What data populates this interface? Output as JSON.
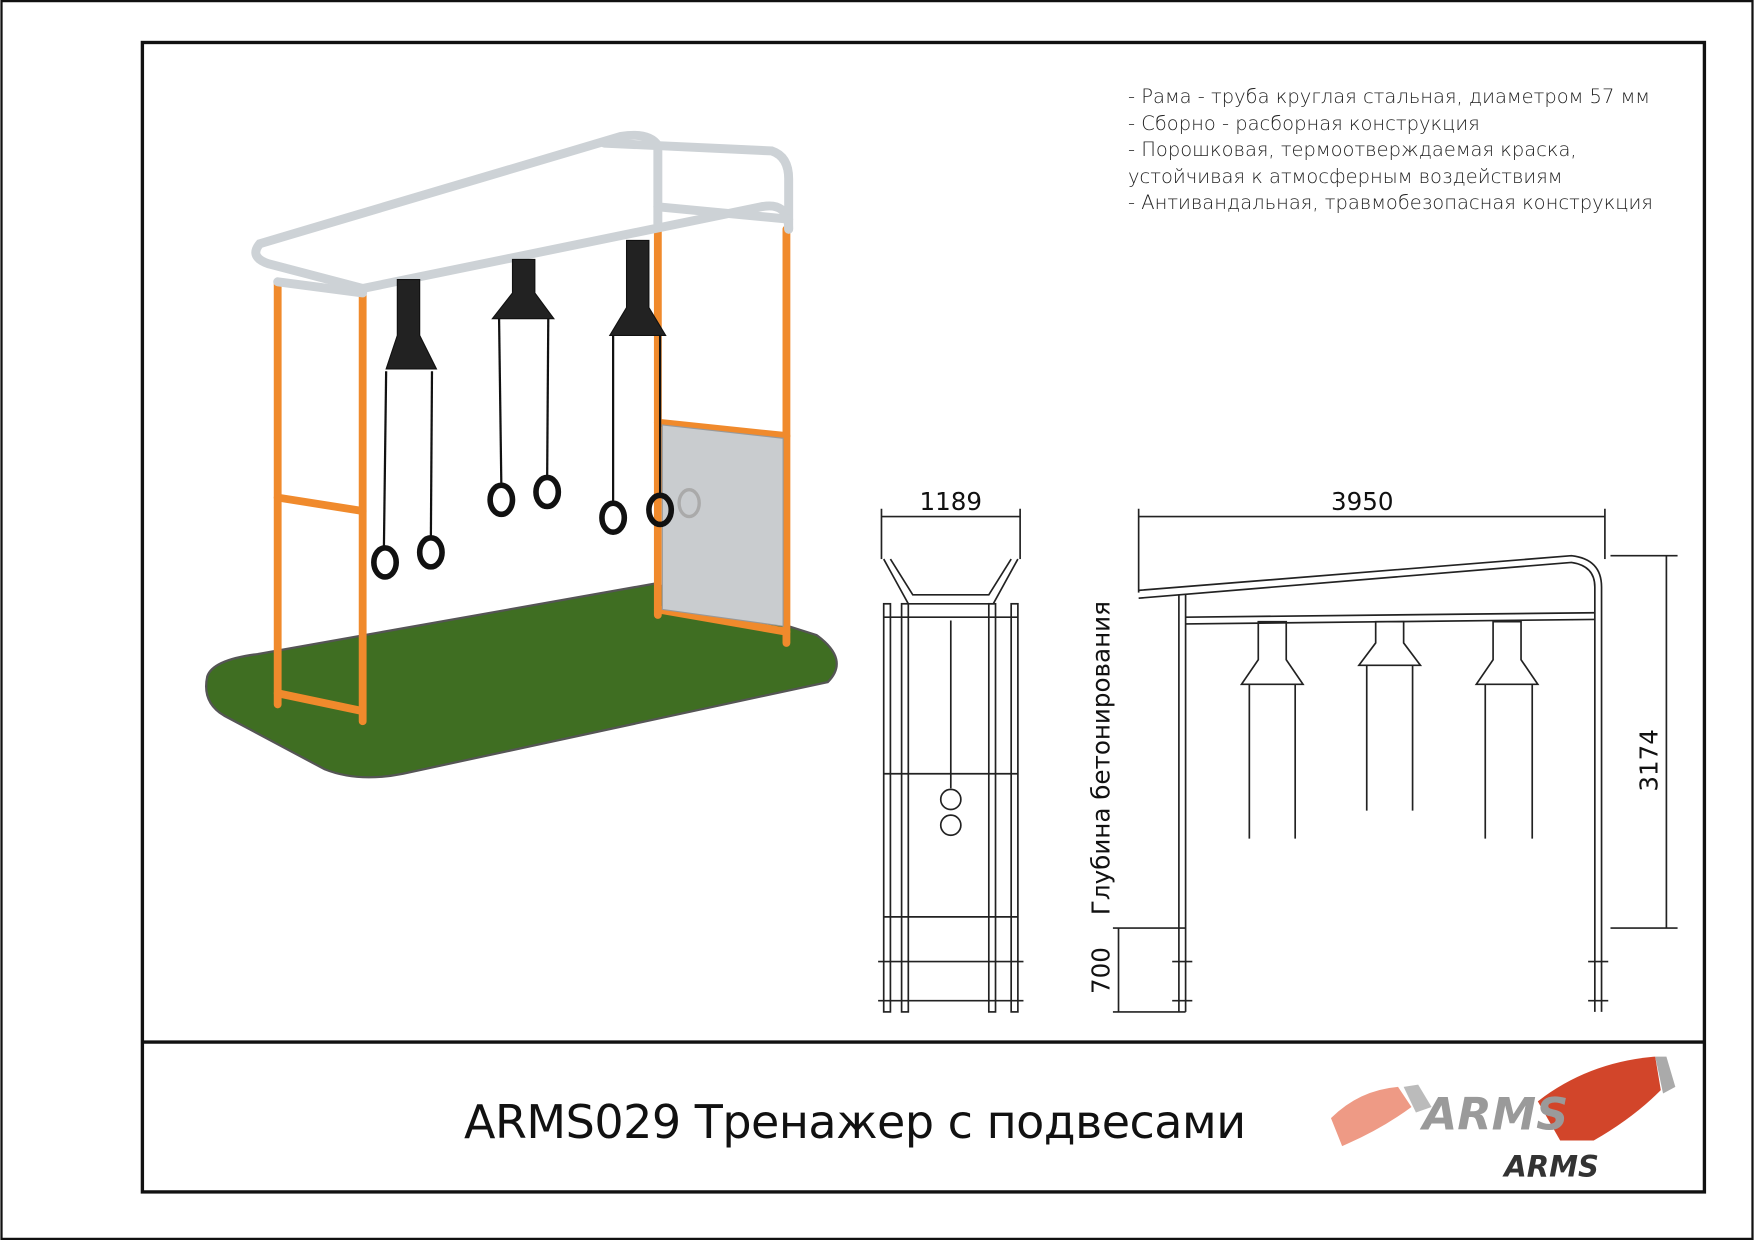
{
  "specs": [
    "- Рама - труба круглая стальная, диаметром 57 мм",
    "- Сборно - расборная конструкция",
    "- Порошковая, термоотверждаемая краска,",
    "устойчивая к атмосферным воздействиям",
    "- Антивандальная, травмобезопасная конструкция"
  ],
  "title": "ARMS029 Тренажер с подвесами",
  "dimensions": {
    "side_width": "1189",
    "front_length": "3950",
    "height": "3174",
    "depth": "700",
    "depth_label": "Глубина бетонирования"
  },
  "logo": {
    "text": "ARMS",
    "colors": {
      "red": "#d2452a",
      "salmon": "#ee9a85",
      "grey": "#9a9a9a",
      "dark": "#333333"
    }
  },
  "colors": {
    "post": "#f08a2c",
    "frame": "#cdd2d6",
    "grass": "#3f6e22",
    "panel": "#c9cccf"
  }
}
